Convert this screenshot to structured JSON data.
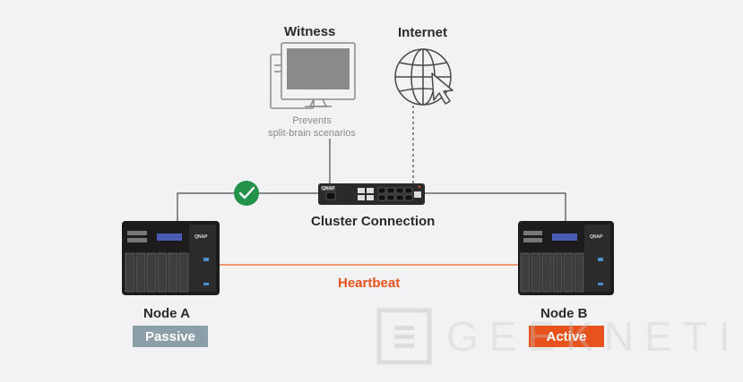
{
  "witness": {
    "label": "Witness",
    "note_line1": "Prevents",
    "note_line2": "split-brain scenarios"
  },
  "internet": {
    "label": "Internet"
  },
  "switch": {
    "label": "Cluster Connection",
    "brand": "QNAP"
  },
  "heartbeat": {
    "label": "Heartbeat",
    "color": "#e8531d"
  },
  "node_a": {
    "label": "Node A",
    "status": "Passive",
    "status_color": "#8a9fa8",
    "brand": "QNAP"
  },
  "node_b": {
    "label": "Node B",
    "status": "Active",
    "status_color": "#e8531d",
    "brand": "QNAP"
  },
  "check": {
    "color": "#23924a",
    "icon": "checkmark-icon"
  },
  "watermark": {
    "text": "GEEKNETIC"
  }
}
